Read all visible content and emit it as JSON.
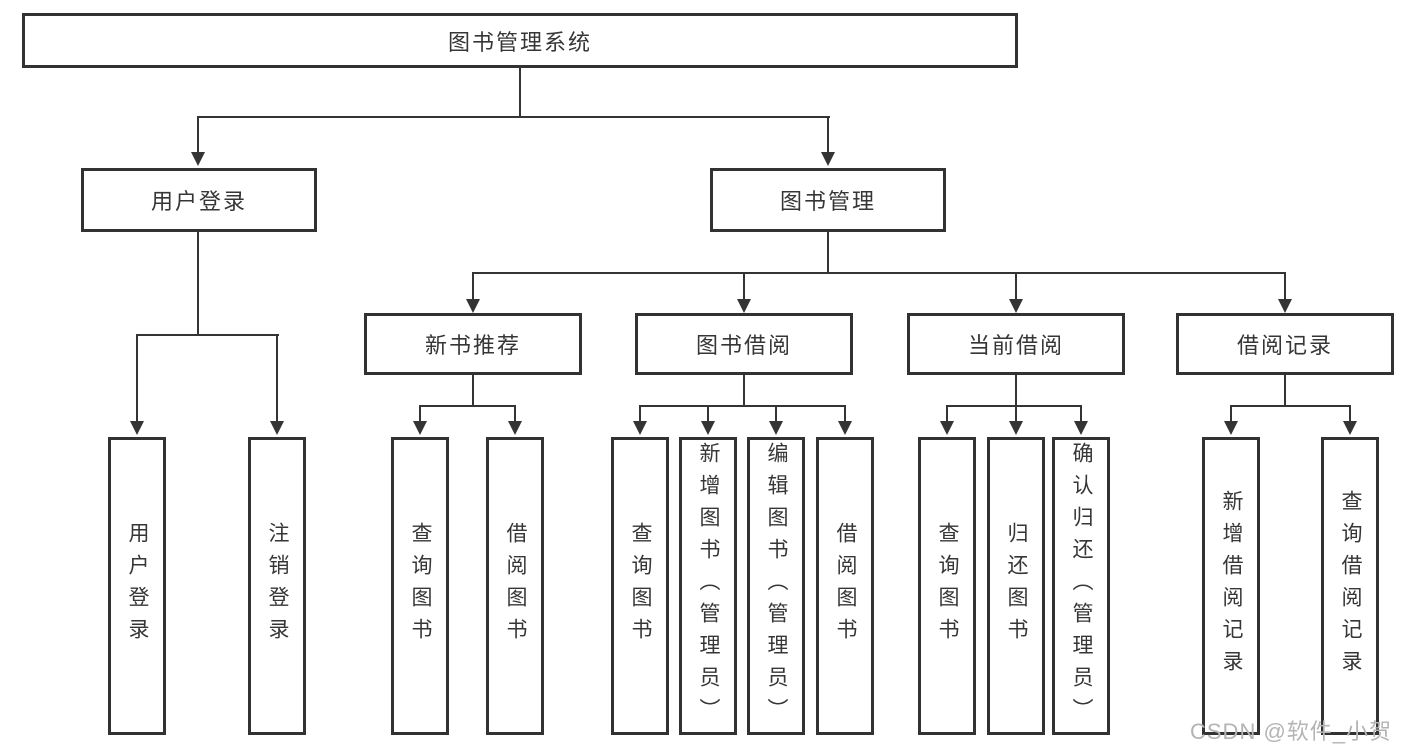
{
  "tree": {
    "label": "图书管理系统",
    "children": [
      {
        "label": "用户登录",
        "children": [
          {
            "label": "用户登录"
          },
          {
            "label": "注销登录"
          }
        ]
      },
      {
        "label": "图书管理",
        "children": [
          {
            "label": "新书推荐",
            "children": [
              {
                "label": "查询图书"
              },
              {
                "label": "借阅图书"
              }
            ]
          },
          {
            "label": "图书借阅",
            "children": [
              {
                "label": "查询图书"
              },
              {
                "label": "新增图书（管理员）"
              },
              {
                "label": "编辑图书（管理员）"
              },
              {
                "label": "借阅图书"
              }
            ]
          },
          {
            "label": "当前借阅",
            "children": [
              {
                "label": "查询图书"
              },
              {
                "label": "归还图书"
              },
              {
                "label": "确认归还（管理员）"
              }
            ]
          },
          {
            "label": "借阅记录",
            "children": [
              {
                "label": "新增借阅记录"
              },
              {
                "label": "查询借阅记录"
              }
            ]
          }
        ]
      }
    ]
  },
  "watermark": {
    "text": "CSDN @软件_小贺同学"
  },
  "colors": {
    "line": "#343434",
    "box_border": "#323232",
    "text": "#363636",
    "background": "#ffffff",
    "watermark": "#b4b4b4"
  }
}
